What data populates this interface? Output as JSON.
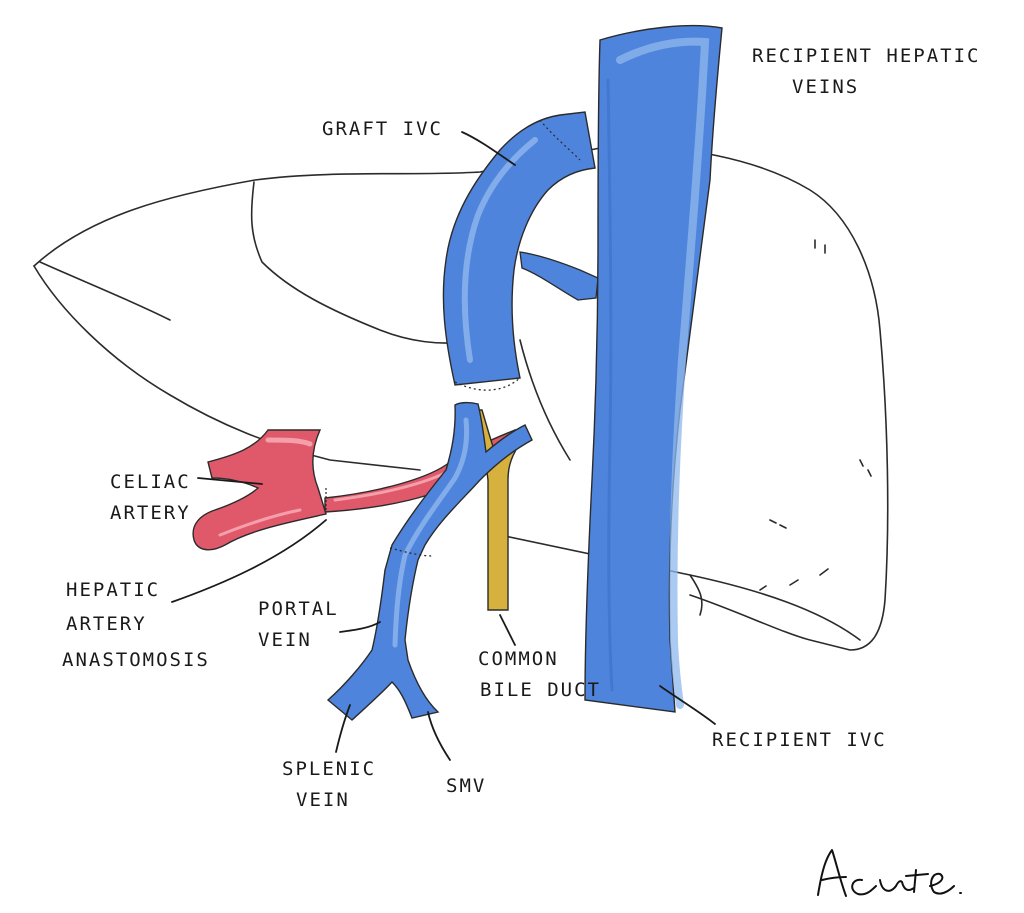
{
  "labels": {
    "recipient_hepatic_veins": [
      "RECIPIENT HEPATIC",
      "VEINS"
    ],
    "graft_ivc": "GRAFT IVC",
    "celiac_artery": [
      "CELIAC",
      "ARTERY"
    ],
    "hepatic_artery_anastomosis": [
      "HEPATIC",
      "ARTERY",
      "ANASTOMOSIS"
    ],
    "portal_vein": [
      "PORTAL",
      "VEIN"
    ],
    "common_bile_duct": [
      "COMMON",
      "BILE DUCT"
    ],
    "recipient_ivc": "RECIPIENT IVC",
    "splenic_vein": [
      "SPLENIC",
      "VEIN"
    ],
    "smv": "SMV"
  },
  "signature": "Acute.",
  "colors": {
    "vein": "#4f84dc",
    "vein_highlight": "#8fb8ee",
    "artery": "#e0596b",
    "artery_highlight": "#f3a0aa",
    "bile_duct": "#d6b13d",
    "outline": "#2b2b2b"
  }
}
